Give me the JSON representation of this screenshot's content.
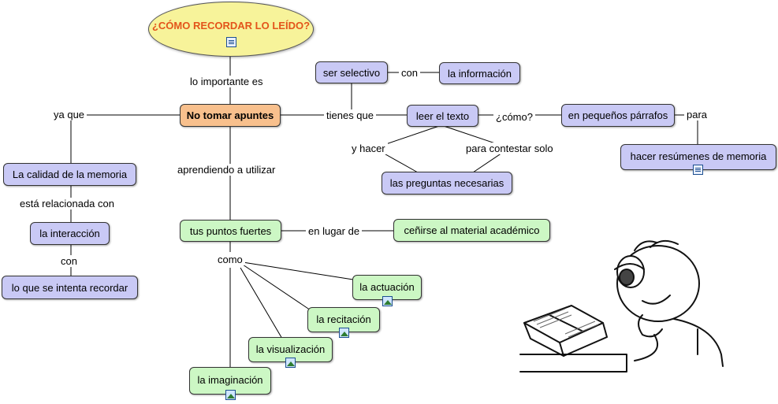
{
  "root": {
    "title": "¿CÓMO RECORDAR LO LEÍDO?"
  },
  "nodes": {
    "no_tomar_apuntes": "No tomar apuntes",
    "ser_selectivo": "ser selectivo",
    "la_informacion": "la información",
    "leer_el_texto": "leer el texto",
    "en_pequenos_parrafos": "en pequeños párrafos",
    "hacer_resumenes": "hacer resúmenes de memoria",
    "las_preguntas": "las preguntas necesarias",
    "calidad_memoria": "La calidad de la memoria",
    "la_interaccion": "la interacción",
    "lo_que_se_intenta": "lo que se intenta recordar",
    "tus_puntos_fuertes": "tus puntos fuertes",
    "cenirse": "ceñirse al material académico",
    "la_actuacion": "la actuación",
    "la_recitacion": "la recitación",
    "la_visualizacion": "la visualización",
    "la_imaginacion": "la imaginación"
  },
  "links": {
    "lo_importante_es": "lo importante es",
    "con_1": "con",
    "tienes_que": "tienes que",
    "como_q": "¿cómo?",
    "para": "para",
    "y_hacer": "y hacer",
    "para_contestar": "para contestar solo",
    "ya_que": "ya que",
    "esta_relacionada": "está relacionada con",
    "con_2": "con",
    "aprendiendo": "aprendiendo a utilizar",
    "en_lugar_de": "en lugar de",
    "como": "como"
  },
  "icons": {
    "root": "document-icon",
    "hacer_resumenes": "document-icon",
    "la_actuacion": "image-icon",
    "la_recitacion": "image-icon",
    "la_visualizacion": "image-icon",
    "la_imaginacion": "image-icon",
    "illustration": "person-reading-book"
  },
  "colors": {
    "root_fill": "#f7f39a",
    "root_text": "#e3541b",
    "purple_node": "#c9c9f5",
    "green_node": "#ccf7c4",
    "orange_node": "#f8c08d"
  }
}
